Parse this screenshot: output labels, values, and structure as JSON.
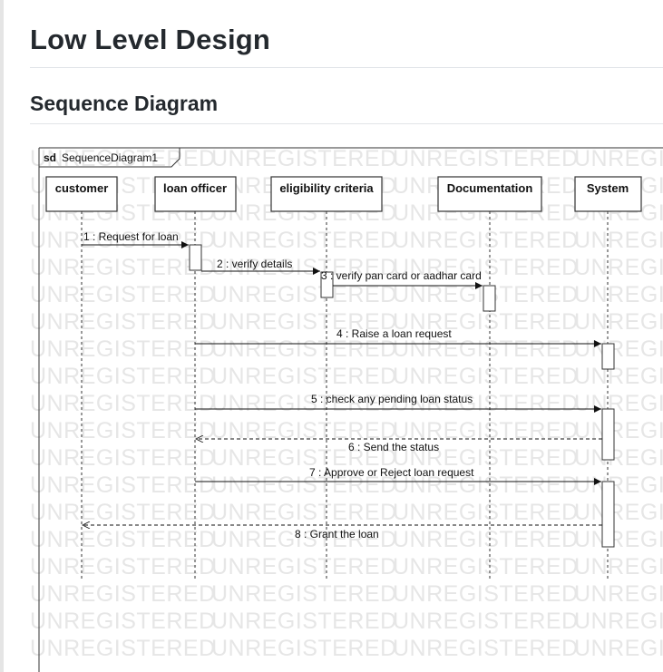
{
  "page": {
    "title": "Low Level Design",
    "subtitle": "Sequence Diagram"
  },
  "watermark": {
    "text": "UNREGISTERED",
    "color": "#e6e6e6"
  },
  "diagram": {
    "frame_keyword": "sd",
    "frame_name": "SequenceDiagram1",
    "lifelines": [
      {
        "id": "customer",
        "label": "customer"
      },
      {
        "id": "loan-officer",
        "label": "loan officer"
      },
      {
        "id": "eligibility",
        "label": "eligibility criteria"
      },
      {
        "id": "documentation",
        "label": "Documentation"
      },
      {
        "id": "system",
        "label": "System"
      }
    ],
    "messages": [
      {
        "label": "1 : Request for loan",
        "from": "customer",
        "to": "loan-officer",
        "kind": "sync"
      },
      {
        "label": "2 : verify details",
        "from": "loan-officer",
        "to": "eligibility",
        "kind": "sync"
      },
      {
        "label": "3 : verify pan card or aadhar card",
        "from": "eligibility",
        "to": "documentation",
        "kind": "sync"
      },
      {
        "label": "4 : Raise a loan request",
        "from": "loan-officer",
        "to": "system",
        "kind": "sync"
      },
      {
        "label": "5 : check any pending loan status",
        "from": "loan-officer",
        "to": "system",
        "kind": "sync"
      },
      {
        "label": "6 : Send the status",
        "from": "system",
        "to": "loan-officer",
        "kind": "reply"
      },
      {
        "label": "7 : Approve or Reject loan request",
        "from": "loan-officer",
        "to": "system",
        "kind": "sync"
      },
      {
        "label": "8 : Grant the loan",
        "from": "system",
        "to": "customer",
        "kind": "reply"
      }
    ]
  }
}
